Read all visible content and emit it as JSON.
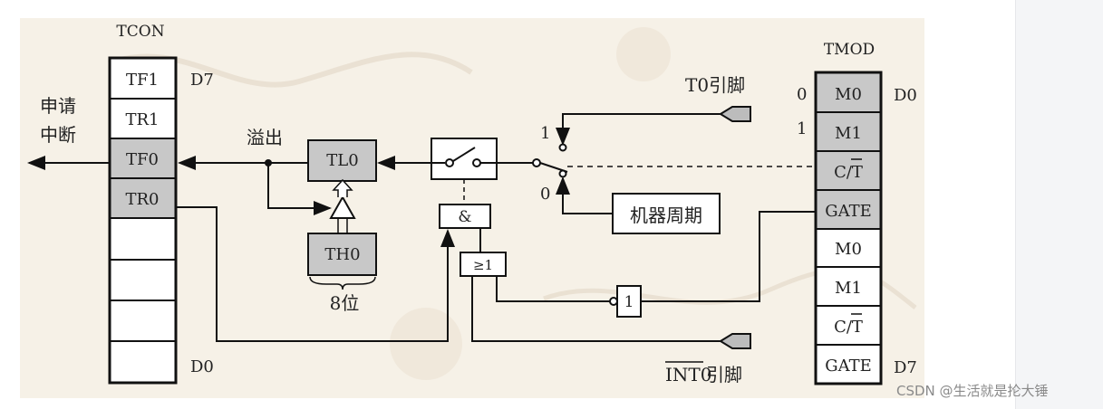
{
  "tcon": {
    "title": "TCON",
    "bits": [
      "TF1",
      "TR1",
      "TF0",
      "TR0",
      "",
      "",
      "",
      ""
    ],
    "top_label": "D7",
    "bottom_label": "D0"
  },
  "tmod": {
    "title": "TMOD",
    "bits": [
      "M0",
      "M1",
      "C/T",
      "GATE",
      "M0",
      "M1",
      "C/T",
      "GATE"
    ],
    "top_label": "D0",
    "bottom_label": "D7",
    "bit_index_0": "0",
    "bit_index_1": "1"
  },
  "labels": {
    "interrupt_line1": "申请",
    "interrupt_line2": "中断",
    "overflow": "溢出",
    "tl0": "TL0",
    "th0": "TH0",
    "bits8": "8位",
    "and_gate": "&",
    "or_gate": "≥1",
    "not_gate": "1",
    "switch_pos_1": "1",
    "switch_pos_0": "0",
    "t0_pin": "T0引脚",
    "machine_cycle": "机器周期",
    "int0_pin_overline": "INT0",
    "int0_pin_suffix": "引脚"
  },
  "watermark": "CSDN @生活就是抡大锤",
  "colors": {
    "gray_fill": "#c8c8c8",
    "background": "#f6f1e7",
    "line": "#111111"
  }
}
